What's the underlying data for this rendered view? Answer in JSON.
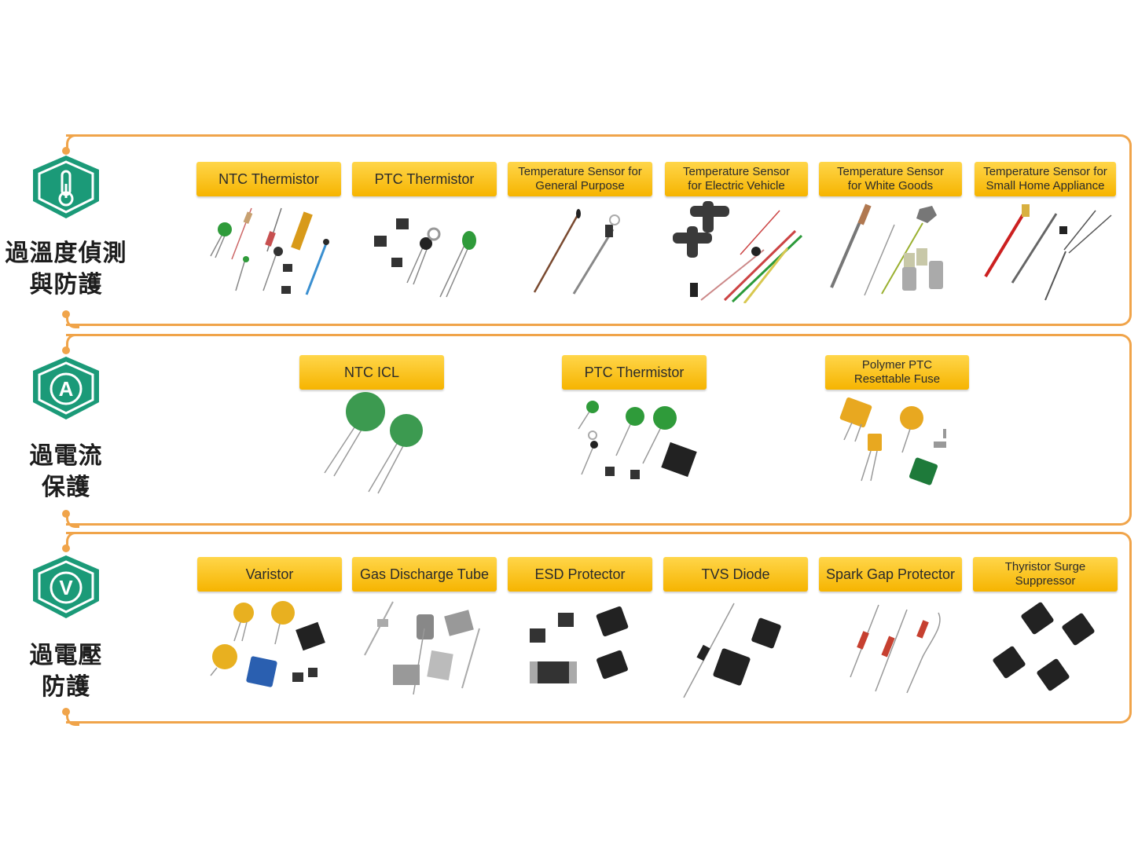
{
  "colors": {
    "accent": "#f0a44a",
    "badge": "#1b9a78",
    "label": "#fbc52a"
  },
  "categories": [
    {
      "icon": "thermometer-icon",
      "title_line1": "過溫度偵測",
      "title_line2": "與防護",
      "products": [
        {
          "line1": "NTC Thermistor",
          "line2": ""
        },
        {
          "line1": "PTC Thermistor",
          "line2": ""
        },
        {
          "line1": "Temperature Sensor for",
          "line2": "General Purpose"
        },
        {
          "line1": "Temperature Sensor",
          "line2": "for Electric Vehicle"
        },
        {
          "line1": "Temperature Sensor",
          "line2": "for White Goods"
        },
        {
          "line1": "Temperature Sensor for",
          "line2": "Small Home Appliance"
        }
      ]
    },
    {
      "icon": "ampere-icon",
      "badge_letter": "A",
      "title_line1": "過電流",
      "title_line2": "保護",
      "products": [
        {
          "line1": "NTC ICL",
          "line2": ""
        },
        {
          "line1": "PTC Thermistor",
          "line2": ""
        },
        {
          "line1": "Polymer PTC",
          "line2": "Resettable Fuse"
        }
      ]
    },
    {
      "icon": "voltage-icon",
      "badge_letter": "V",
      "title_line1": "過電壓",
      "title_line2": "防護",
      "products": [
        {
          "line1": "Varistor",
          "line2": ""
        },
        {
          "line1": "Gas Discharge Tube",
          "line2": ""
        },
        {
          "line1": "ESD Protector",
          "line2": ""
        },
        {
          "line1": "TVS Diode",
          "line2": ""
        },
        {
          "line1": "Spark Gap Protector",
          "line2": ""
        },
        {
          "line1": "Thyristor Surge",
          "line2": "Suppressor"
        }
      ]
    }
  ]
}
